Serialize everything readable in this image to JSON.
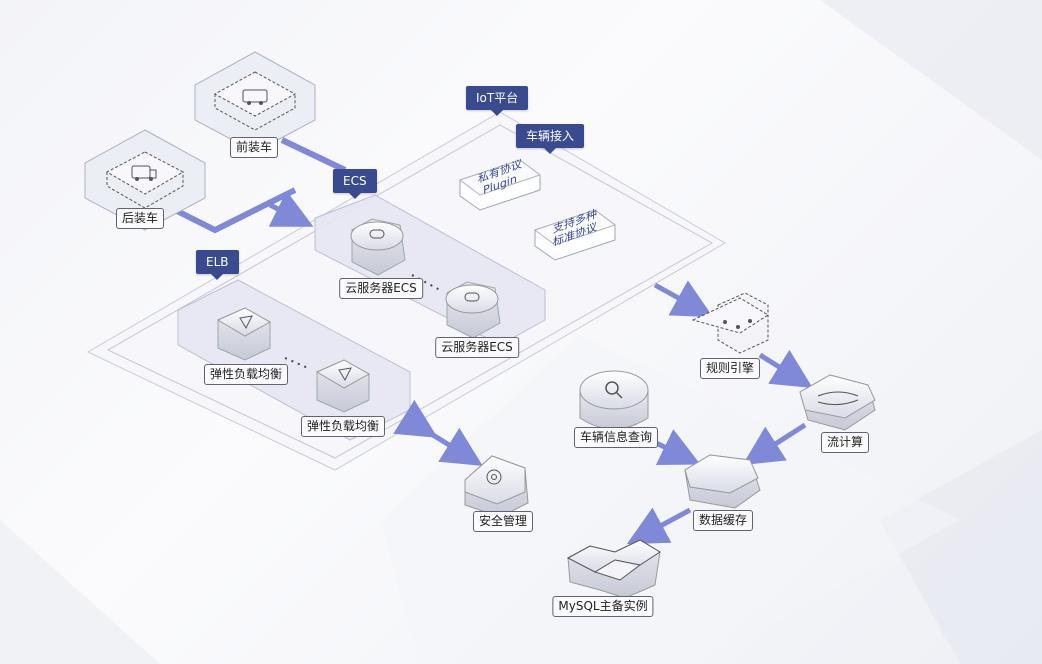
{
  "tags": {
    "iot": "IoT平台",
    "vehicle_access": "车辆接入",
    "ecs": "ECS",
    "elb": "ELB"
  },
  "protocols": {
    "private_line1": "私有协议",
    "private_line2": "Plugin",
    "standard_line1": "支持多种",
    "standard_line2": "标准协议"
  },
  "nodes": {
    "front_vehicle": "前装车",
    "rear_vehicle": "后装车",
    "ecs1": "云服务器ECS",
    "ecs2": "云服务器ECS",
    "elb1": "弹性负载均衡",
    "elb2": "弹性负载均衡",
    "rule_engine": "规则引擎",
    "stream_compute": "流计算",
    "vehicle_query": "车辆信息查询",
    "data_cache": "数据缓存",
    "security": "安全管理",
    "mysql": "MySQL主备实例"
  },
  "colors": {
    "tag_bg": "#3a4a8f",
    "arrow": "#8088d8",
    "box_fill": "#e9eaf6"
  }
}
